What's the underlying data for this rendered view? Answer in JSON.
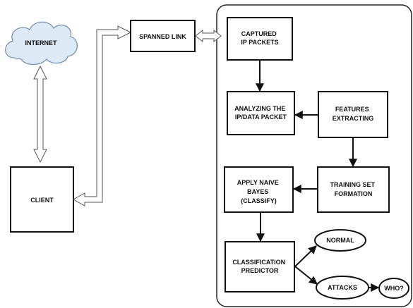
{
  "cloud": {
    "label": "INTERNET"
  },
  "nodes": {
    "client": {
      "lines": [
        "CLIENT"
      ]
    },
    "spanned_link": {
      "lines": [
        "SPANNED LINK"
      ]
    },
    "captured": {
      "lines": [
        "CAPTURED",
        "IP PACKETS"
      ]
    },
    "analyzing": {
      "lines": [
        "ANALYZING THE",
        "IP/DATA PACKET"
      ]
    },
    "features": {
      "lines": [
        "FEATURES",
        "EXTRACTING"
      ]
    },
    "training": {
      "lines": [
        "TRAINING SET",
        "FORMATION"
      ]
    },
    "naive_bayes": {
      "lines": [
        "APPLY NAIVE",
        "BAYES",
        "(CLASSIFY)"
      ]
    },
    "predictor": {
      "lines": [
        "CLASSIFICATION",
        "PREDICTOR"
      ]
    }
  },
  "outcomes": {
    "normal": {
      "label": "NORMAL"
    },
    "attacks": {
      "label": "ATTACKS"
    },
    "who": {
      "label": "WHO?"
    }
  }
}
